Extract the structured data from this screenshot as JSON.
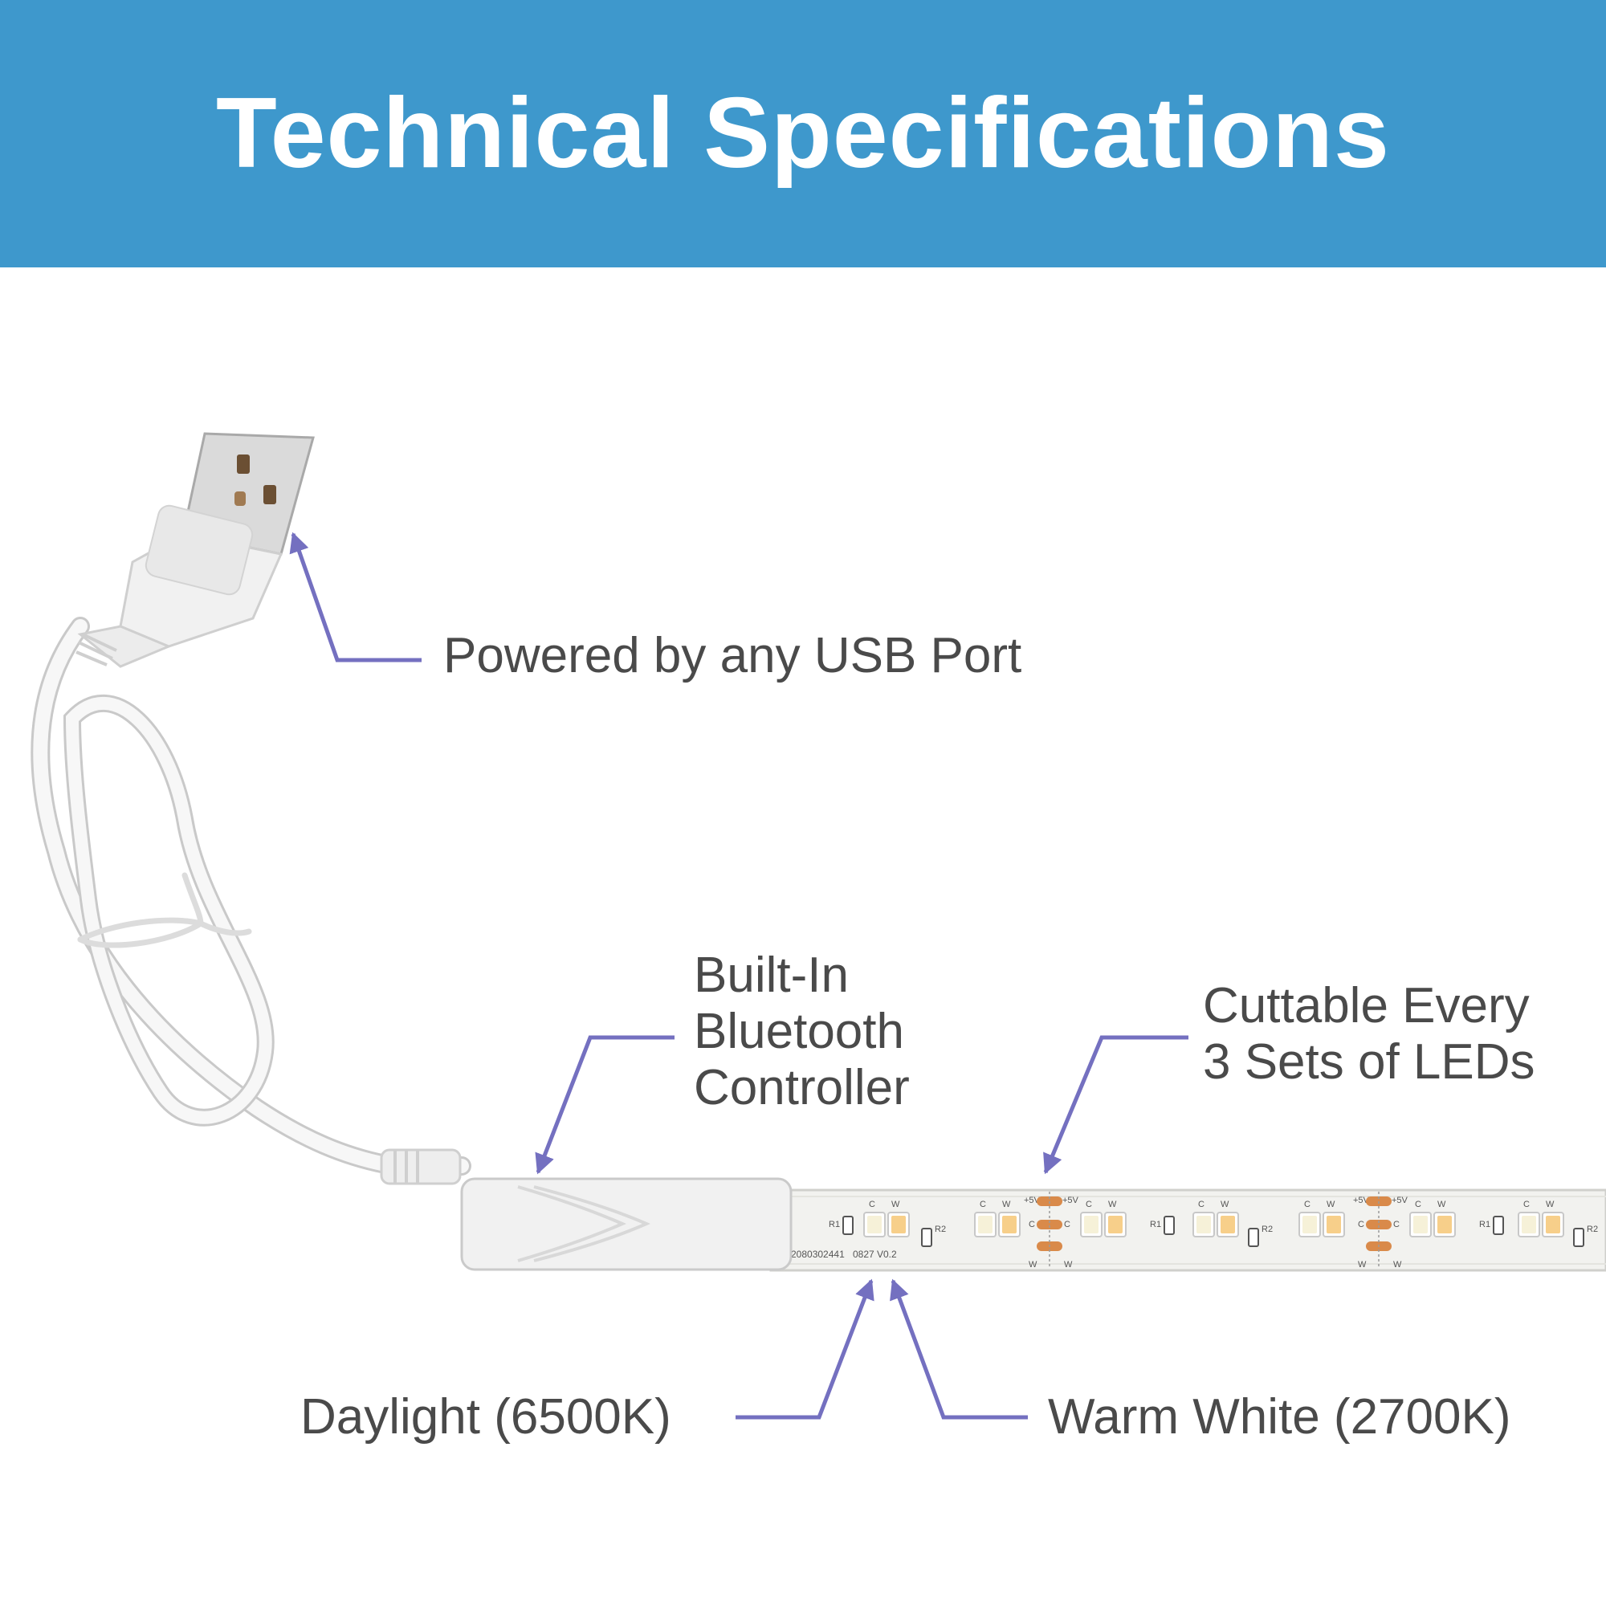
{
  "header": {
    "title": "Technical Specifications"
  },
  "labels": {
    "usb": "Powered by any USB Port",
    "controller_lines": [
      "Built-In",
      "Bluetooth",
      "Controller"
    ],
    "cuttable_lines": [
      "Cuttable Every",
      "3 Sets of LEDs"
    ],
    "daylight": "Daylight (6500K)",
    "warm_white": "Warm White (2700K)"
  },
  "strip": {
    "serial": "2080302441",
    "code": "0827",
    "version": "V0.2",
    "marks": {
      "cool": "C",
      "warm": "W",
      "power": "+5V",
      "r1": "R1",
      "r2": "R2"
    }
  },
  "colors": {
    "header": "#3e98cc",
    "arrow": "#7470c0",
    "text": "#4a4a4a",
    "daylight_led": "#f6f1d8",
    "warm_led": "#f7cf8a",
    "cut_pad": "#d98a4a"
  }
}
